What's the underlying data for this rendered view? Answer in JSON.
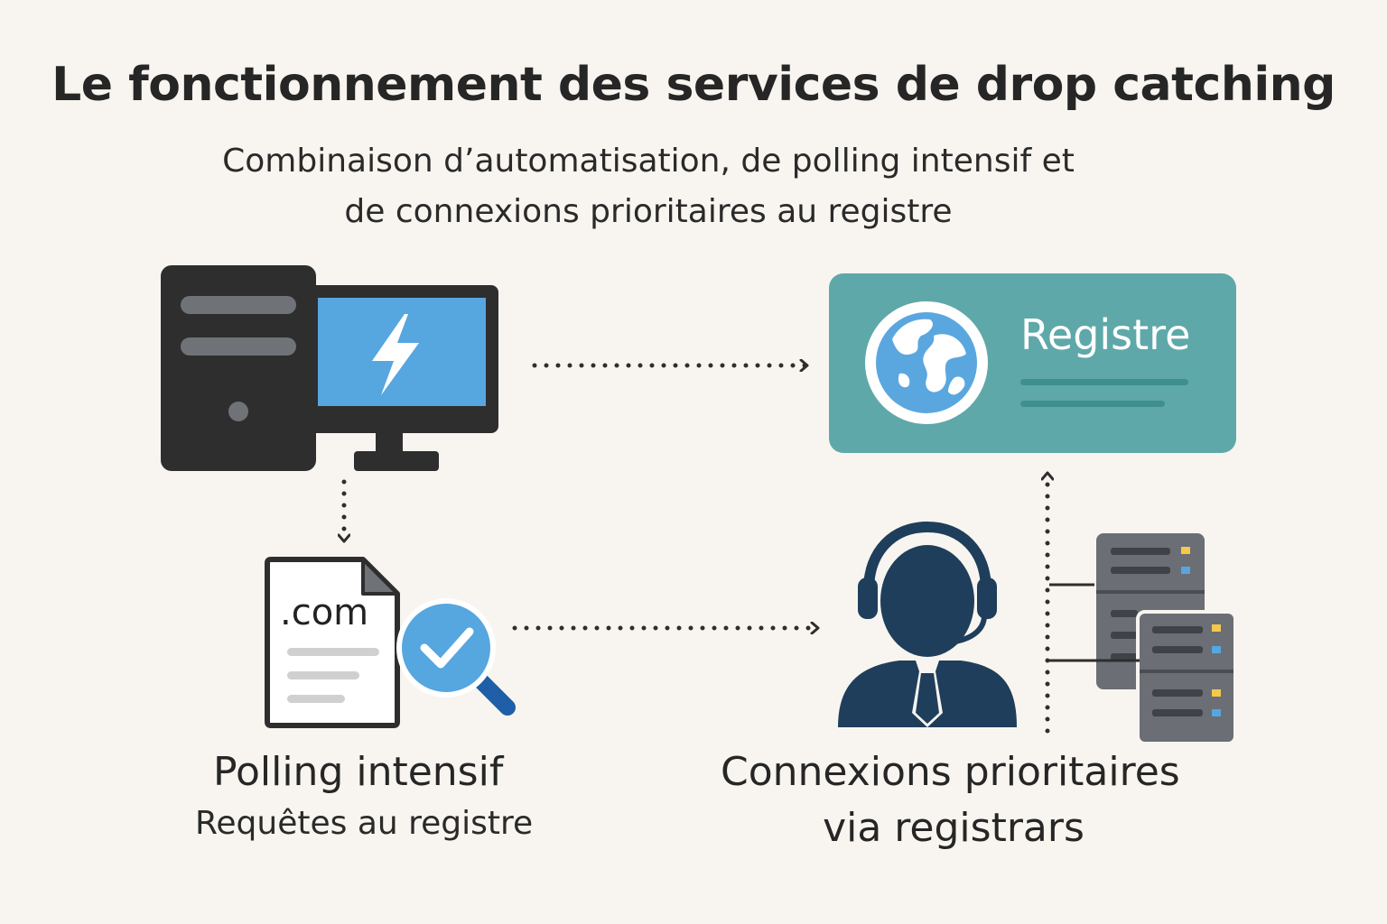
{
  "title": "Le fonctionnement des services de drop catching",
  "subtitle": {
    "line1": "Combinaison d’automatisation, de polling intensif et",
    "line2": "de connexions prioritaires au registre"
  },
  "registry": {
    "label": "Registre",
    "color": "#5fa8a9",
    "icon": "globe-icon"
  },
  "computer": {
    "icon": "computer-icon",
    "screen_icon": "lightning-icon",
    "screen_color": "#56a6e0"
  },
  "document": {
    "label": ".com",
    "icon": "document-icon",
    "badge_icon": "magnifier-check-icon"
  },
  "polling": {
    "title": "Polling intensif",
    "subtitle": "Requêtes au registre"
  },
  "connections": {
    "line1": "Connexions prioritaires",
    "line2": "via registrars",
    "agent_icon": "headset-agent-icon",
    "server_icon": "server-stack-icon"
  },
  "colors": {
    "background": "#f8f5f0",
    "dark": "#2e2e2e",
    "agent": "#1f3e5c",
    "server": "#6b6e74"
  }
}
